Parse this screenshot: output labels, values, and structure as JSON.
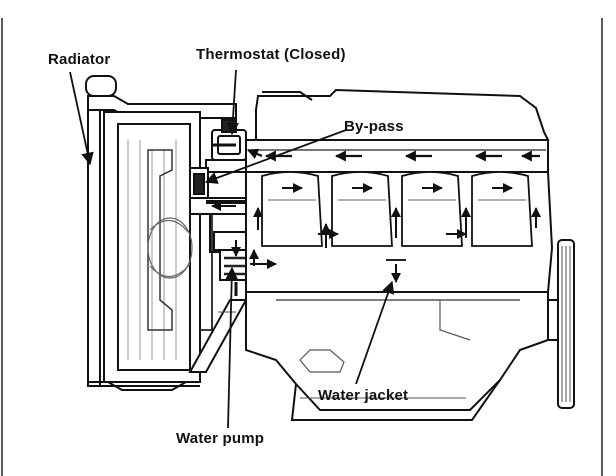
{
  "labels": {
    "radiator": "Radiator",
    "thermostat": "Thermostat (Closed)",
    "bypass": "By-pass",
    "water_jacket": "Water jacket",
    "water_pump": "Water pump"
  },
  "colors": {
    "ink": "#111111",
    "background": "#ffffff",
    "light_ink": "#555555"
  },
  "icons": {
    "flow_arrow": "arrowhead",
    "leader_line": "line"
  }
}
